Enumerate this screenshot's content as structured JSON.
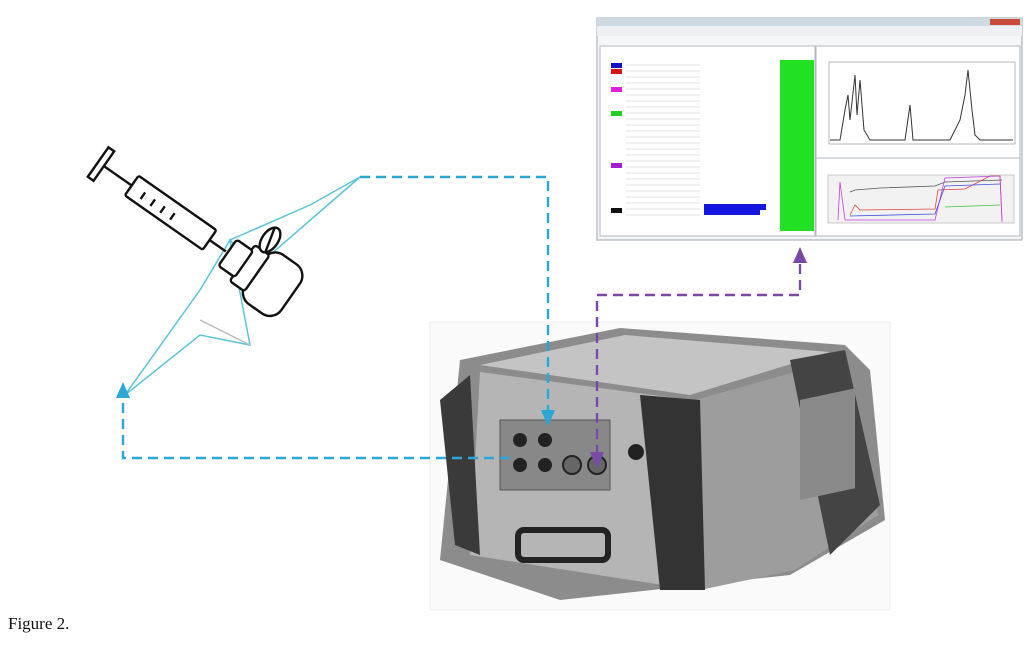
{
  "figure": {
    "caption": "Figure 2."
  },
  "colors": {
    "sampling_line": "#2aa7d6",
    "data_line": "#7a4aa8",
    "bag_outline": "#5cc3d8",
    "device_body": "#9a9a9a",
    "concentration_bar": "#1515e0",
    "status_column": "#22e022"
  },
  "icons": {
    "syringe": "syringe-icon",
    "sample_bag": "gas-sample-bag-icon",
    "analyzer": "portable-ftir-analyzer",
    "software": "analysis-software-screenshot"
  }
}
